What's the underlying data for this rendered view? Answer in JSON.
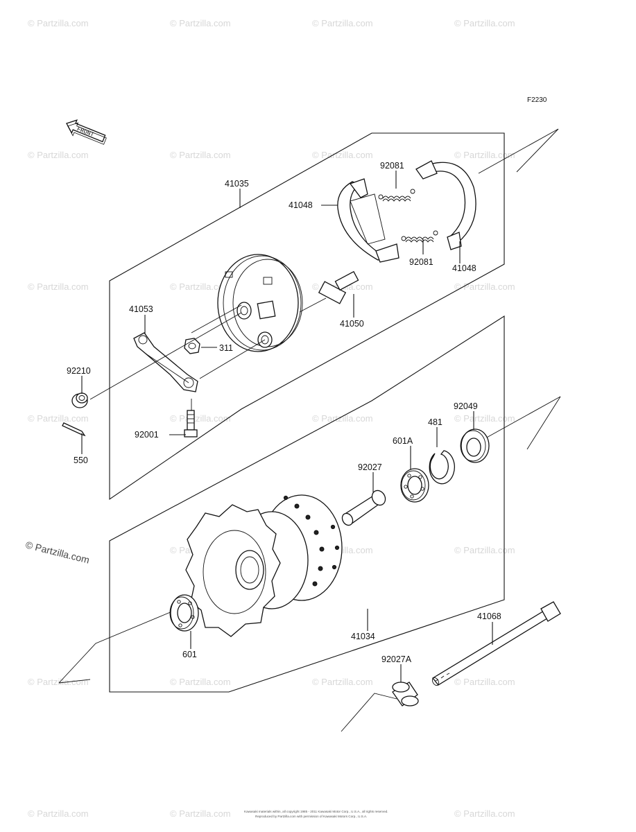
{
  "diagram_code": "F2230",
  "front_marker": "FRONT",
  "watermark": "© Partzilla.com",
  "watermark_corner": "© Partzilla.com",
  "copyright": {
    "line1": "Kawasaki materials within, all copyright 1985 - 2011 Kawasaki Motor Corp., U.S.A., all rights reserved.",
    "line2": "Reproduced by Partzilla.com with permission of Kawasaki Motors Corp., U.S.A."
  },
  "parts": [
    {
      "id": "p-41035",
      "label": "41035"
    },
    {
      "id": "p-41048a",
      "label": "41048"
    },
    {
      "id": "p-92081a",
      "label": "92081"
    },
    {
      "id": "p-92081b",
      "label": "92081"
    },
    {
      "id": "p-41048b",
      "label": "41048"
    },
    {
      "id": "p-41053",
      "label": "41053"
    },
    {
      "id": "p-41050",
      "label": "41050"
    },
    {
      "id": "p-311",
      "label": "311"
    },
    {
      "id": "p-92210",
      "label": "92210"
    },
    {
      "id": "p-92001",
      "label": "92001"
    },
    {
      "id": "p-550",
      "label": "550"
    },
    {
      "id": "p-92049",
      "label": "92049"
    },
    {
      "id": "p-481",
      "label": "481"
    },
    {
      "id": "p-601A",
      "label": "601A"
    },
    {
      "id": "p-92027",
      "label": "92027"
    },
    {
      "id": "p-41034",
      "label": "41034"
    },
    {
      "id": "p-41068",
      "label": "41068"
    },
    {
      "id": "p-601",
      "label": "601"
    },
    {
      "id": "p-92027A",
      "label": "92027A"
    }
  ]
}
